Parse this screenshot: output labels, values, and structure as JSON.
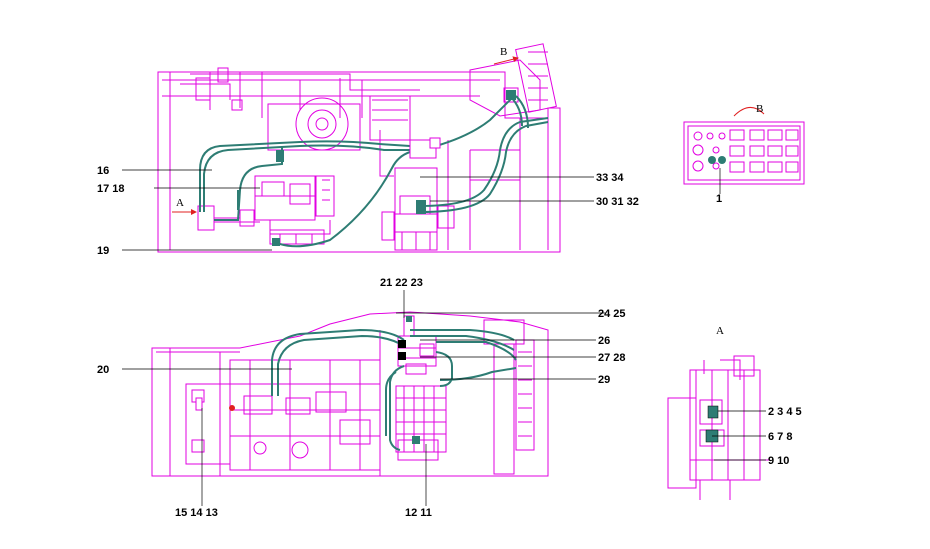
{
  "colors": {
    "drawing": "#e200e2",
    "hose": "#2e7d74",
    "leader": "#000000",
    "arrow": "#e02020"
  },
  "view_labels": {
    "a_top": "A",
    "a_detail": "A",
    "b_top": "B",
    "b_detail": "B"
  },
  "part_labels": {
    "p16": "16",
    "p17_18": "17 18",
    "p19": "19",
    "p33_34": "33 34",
    "p30_31_32": "30 31 32",
    "p1": "1",
    "p21_22_23": "21 22 23",
    "p24_25": "24 25",
    "p26": "26",
    "p27_28": "27 28",
    "p29": "29",
    "p20": "20",
    "p15_14_13": "15 14 13",
    "p12_11": "12 11",
    "p2_3_4_5": "2 3 4 5",
    "p6_7_8": "6 7 8",
    "p9_10": "9 10"
  }
}
